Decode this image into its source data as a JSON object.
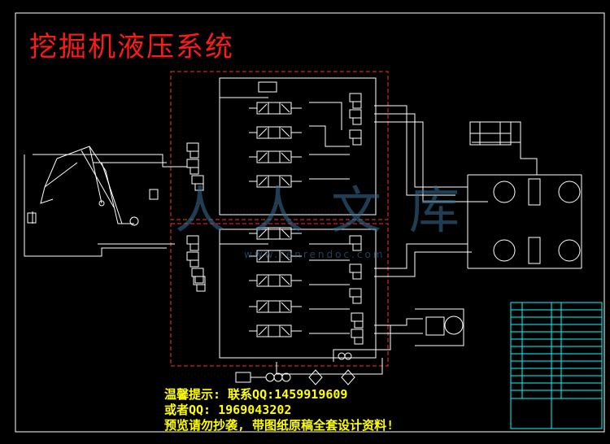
{
  "title": "挖掘机液压系统",
  "notice": {
    "line1": "温馨提示: 联系QQ:1459919609",
    "line2": "或者QQ: 1969043202",
    "line3": "预览请勿抄袭, 带图纸原稿全套设计资料!"
  },
  "watermark": {
    "text": "人人文库",
    "url": "www.renrendoc.com"
  },
  "colors": {
    "background": "#000000",
    "lines": "#ffffff",
    "title": "#ff1a1a",
    "dashed_frame": "#ff3030",
    "notice": "#ffff00",
    "watermark": "#3a6f98",
    "title_block": "#00ffff"
  }
}
